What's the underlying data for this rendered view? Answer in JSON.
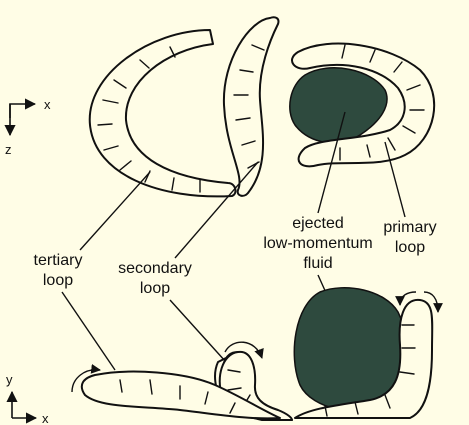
{
  "labels": {
    "tertiary_loop": [
      "tertiary",
      "loop"
    ],
    "secondary_loop": [
      "secondary",
      "loop"
    ],
    "ejected_fluid": [
      "ejected",
      "low-momentum",
      "fluid"
    ],
    "primary_loop": [
      "primary",
      "loop"
    ]
  },
  "axes_top": {
    "horizontal": "x",
    "vertical": "z"
  },
  "axes_bottom": {
    "horizontal": "x",
    "vertical": "y"
  },
  "colors": {
    "background": "#fffde6",
    "fluid": "#2e4a3e",
    "outline": "#111111"
  }
}
